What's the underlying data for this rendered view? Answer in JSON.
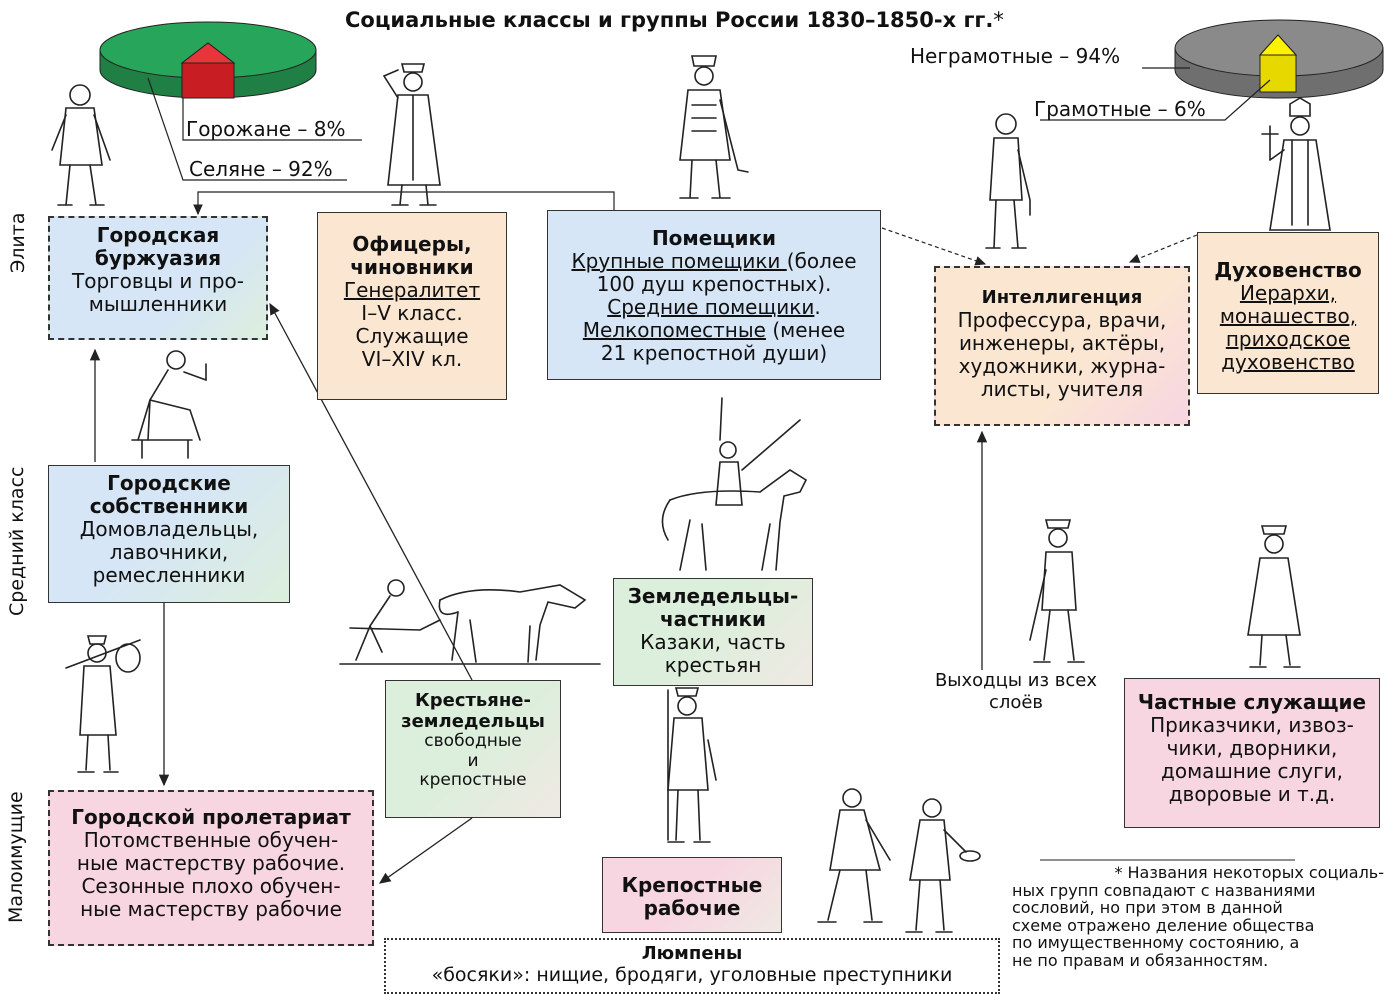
{
  "title": "Социальные классы и группы России 1830–1850-х гг.",
  "title_mark": "*",
  "pie_left": {
    "townspeople": "Горожане – 8%",
    "villagers": "Селяне – 92%",
    "colors": {
      "major": "#27a55a",
      "minor": "#e32227"
    }
  },
  "pie_right": {
    "illiterate": "Неграмотные – 94%",
    "literate": "Грамотные – 6%",
    "colors": {
      "major": "#8a8a8a",
      "minor": "#f2e600"
    }
  },
  "side_labels": {
    "elite": "Элита",
    "middle": "Средний класс",
    "poor": "Малоимущие"
  },
  "boxes": {
    "bourgeoisie": {
      "title": "Городская буржуазия",
      "title_l1": "Городская",
      "title_l2": "буржуазия",
      "text_l1": "Торговцы и про-",
      "text_l2": "мышленники"
    },
    "officers": {
      "title_l1": "Офицеры,",
      "title_l2": "чиновники",
      "l1": "Генералитет",
      "l2": "I–V класс.",
      "l3": "Служащие",
      "l4": "VI–XIV кл."
    },
    "landlords": {
      "title": "Помещики",
      "l1a": "Крупные помещики ",
      "l1b": "(более",
      "l2": "100 душ крепостных).",
      "l3": "Средние помещики",
      "l3b": ".",
      "l4a": "Мелкопоместные",
      "l4b": " (менее",
      "l5": "21 крепостной души)"
    },
    "intelligentsia": {
      "title": "Интеллигенция",
      "l1": "Профессура, врачи,",
      "l2": "инженеры, актёры,",
      "l3": "художники, журна-",
      "l4": "листы, учителя"
    },
    "clergy": {
      "title": "Духовенство",
      "l1": "Иерархи,",
      "l2": "монашество,",
      "l3": "приходское",
      "l4": "духовенство"
    },
    "owners": {
      "title_l1": "Городские",
      "title_l2": "собственники",
      "l1": "Домовладельцы,",
      "l2": "лавочники,",
      "l3": "ремесленники"
    },
    "farmers": {
      "title_l1": "Земледельцы-",
      "title_l2": "частники",
      "l1": "Казаки, часть",
      "l2": "крестьян"
    },
    "peasants": {
      "title_l1": "Крестьяне-",
      "title_l2": "земледельцы",
      "l1": "свободные",
      "l2": "и",
      "l3": "крепостные"
    },
    "proletariat": {
      "title": "Городской пролетариат",
      "l1": "Потомственные обучен-",
      "l2": "ные мастерству рабочие.",
      "l3": "Сезонные плохо обучен-",
      "l4": "ные мастерству рабочие"
    },
    "serf_workers": {
      "title_l1": "Крепостные",
      "title_l2": "рабочие"
    },
    "private_servants": {
      "title": "Частные служащие",
      "l1": "Приказчики, извоз-",
      "l2": "чики, дворники,",
      "l3": "домашние слуги,",
      "l4": "дворовые и т.д."
    },
    "lumpen": {
      "title": "Люмпены",
      "text": "«босяки»: нищие, бродяги, уголовные преступники"
    }
  },
  "from_all": {
    "l1": "Выходцы из всех",
    "l2": "слоёв"
  },
  "footnote": {
    "l1": "* Названия некоторых социаль-",
    "l2": "ных групп совпадают с названиями",
    "l3": "сословий, но при этом в данной",
    "l4": "схеме отражено деление общества",
    "l5": "по имущественному состоянию, а",
    "l6": "не по правам и обязанностям."
  },
  "colors": {
    "blue": "#d6e6f6",
    "peach": "#fbe6d2",
    "pink": "#f7d6e2",
    "green": "#dcefdc",
    "beige": "#efe9e3"
  }
}
